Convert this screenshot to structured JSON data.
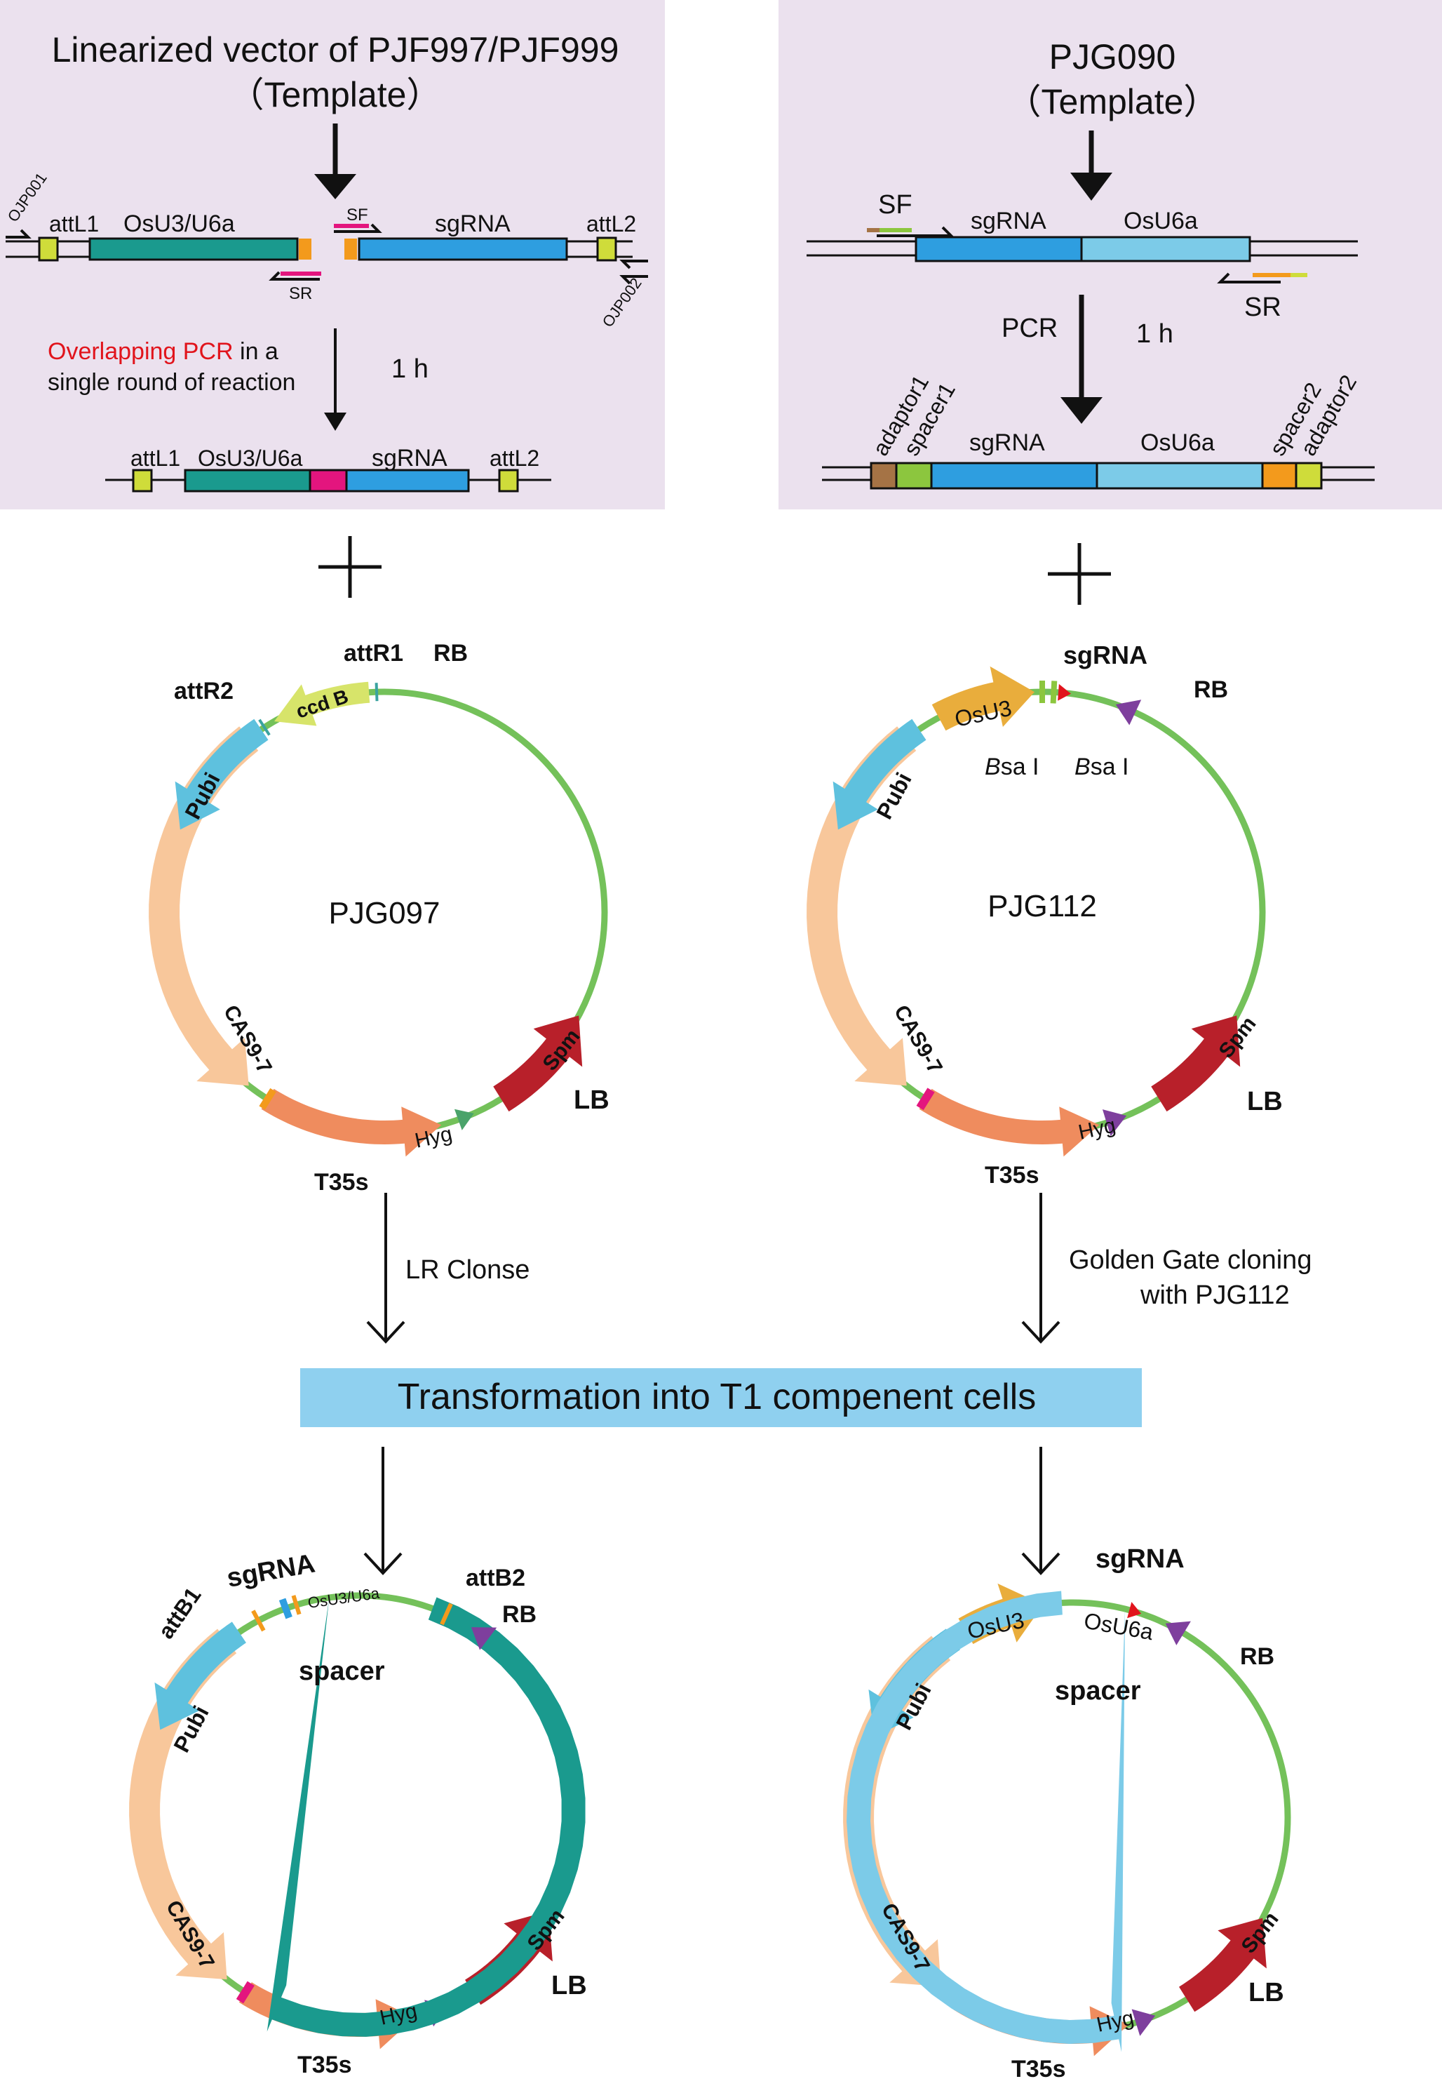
{
  "colors": {
    "panel": "#ebe1ee",
    "teal": "#1a9a8e",
    "blue": "#2e9ee0",
    "lightblue": "#7ccbe8",
    "pink": "#e3157e",
    "orange": "#f39a1c",
    "ygreen": "#cfdc3a",
    "green": "#74c15a",
    "peach": "#f8c79b",
    "salmon": "#ef8c5e",
    "darkred": "#b8202a",
    "purple": "#7e3f9d",
    "gold": "#e9ad3c",
    "cyan": "#5ec1de",
    "brown": "#a57345",
    "lime": "#8cc63e",
    "pcrRed": "#e1141c",
    "bannerBlue": "#8fd0ef"
  },
  "left_panel": {
    "title1": "Linearized vector of PJF997/PJF999",
    "title2": "（Template）",
    "primer_oj1": "OJP001",
    "primer_oj2": "OJP002",
    "attL1": "attL1",
    "osu": "OsU3/U6a",
    "sf": "SF",
    "sr": "SR",
    "sgrna": "sgRNA",
    "attL2": "attL2",
    "pcr_red": "Overlapping PCR",
    "pcr_rest": " in a",
    "pcr_line2": "single round of reaction",
    "time": "1 h",
    "p_attL1": "attL1",
    "p_osu": "OsU3/U6a",
    "p_sgrna": "sgRNA",
    "p_attL2": "attL2"
  },
  "right_panel": {
    "title1": "PJG090",
    "title2": "（Template）",
    "sf": "SF",
    "sgrna": "sgRNA",
    "osu6a": "OsU6a",
    "sr": "SR",
    "pcr": "PCR",
    "time": "1 h",
    "adaptor1": "adaptor1",
    "spacer1": "spacer1",
    "p_sgrna": "sgRNA",
    "p_osu6a": "OsU6a",
    "spacer2": "spacer2",
    "adaptor2": "adaptor2"
  },
  "plus": "+",
  "pjg097": {
    "name": "PJG097",
    "attR1": "attR1",
    "RB": "RB",
    "attR2": "attR2",
    "ccdB": "ccd B",
    "Pubi": "Pubi",
    "cas9": "CAS9-7",
    "T35s": "T35s",
    "Hyg": "Hyg",
    "LB": "LB",
    "Spm": "Spm"
  },
  "pjg112": {
    "name": "PJG112",
    "sgRNA": "sgRNA",
    "RB": "RB",
    "OsU3": "OsU3",
    "bsa_i": "B",
    "bsa_rest": "sa I",
    "Pubi": "Pubi",
    "cas9": "CAS9-7",
    "T35s": "T35s",
    "Hyg": "Hyg",
    "LB": "LB",
    "Spm": "Spm"
  },
  "arrows": {
    "lr": "LR Clonse",
    "gg1": "Golden Gate cloning",
    "gg2": "with PJG112"
  },
  "banner": "Transformation into T1 compenent cells",
  "result_left": {
    "attB1": "attB1",
    "sgRNA": "sgRNA",
    "osu": "OsU3/U6a",
    "attB2": "attB2",
    "RB": "RB",
    "spacer": "spacer",
    "Pubi": "Pubi",
    "cas9": "CAS9-7",
    "T35s": "T35s",
    "Hyg": "Hyg",
    "LB": "LB",
    "Spm": "Spm"
  },
  "result_right": {
    "sgRNA": "sgRNA",
    "OsU3": "OsU3",
    "osu6a": "OsU6a",
    "RB": "RB",
    "spacer": "spacer",
    "Pubi": "Pubi",
    "cas9": "CAS9-7",
    "T35s": "T35s",
    "Hyg": "Hyg",
    "LB": "LB",
    "Spm": "Spm"
  }
}
